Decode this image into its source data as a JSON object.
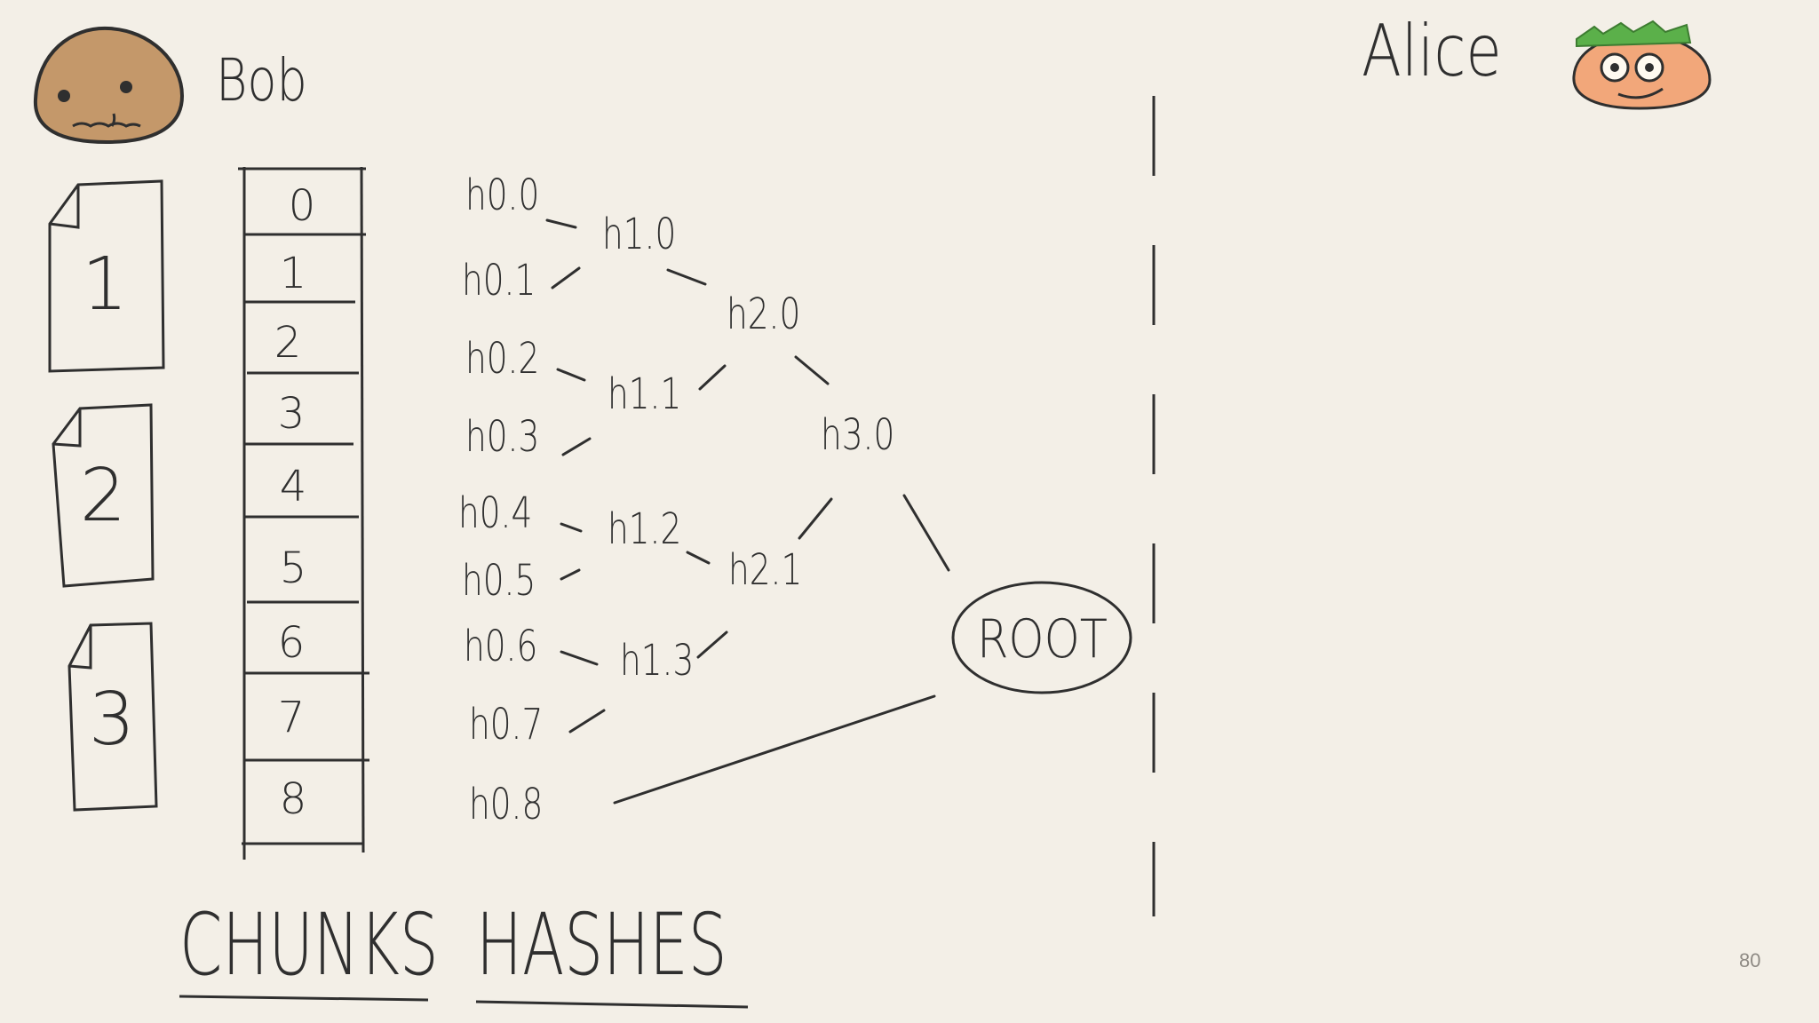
{
  "characters": {
    "bob": {
      "name": "Bob",
      "avatar": "brown-face-avatar"
    },
    "alice": {
      "name": "Alice",
      "avatar": "orange-face-avatar"
    }
  },
  "chunks": {
    "heading": "CHUNKS",
    "files": [
      "1",
      "2",
      "3"
    ],
    "indices": [
      "0",
      "1",
      "2",
      "3",
      "4",
      "5",
      "6",
      "7",
      "8"
    ]
  },
  "hashes": {
    "heading": "HASHES",
    "leaves": [
      "h0.0",
      "h0.1",
      "h0.2",
      "h0.3",
      "h0.4",
      "h0.5",
      "h0.6",
      "h0.7",
      "h0.8"
    ],
    "level1": [
      "h1.0",
      "h1.1",
      "h1.2",
      "h1.3"
    ],
    "level2": [
      "h2.0",
      "h2.1"
    ],
    "level3": [
      "h3.0"
    ],
    "root": "ROOT"
  },
  "page_number": "80",
  "colors": {
    "background": "#f3efe7",
    "ink": "#2f2f2f",
    "bob_face": "#c4986a",
    "alice_face": "#f2a77a",
    "alice_hair": "#5bb04a"
  }
}
